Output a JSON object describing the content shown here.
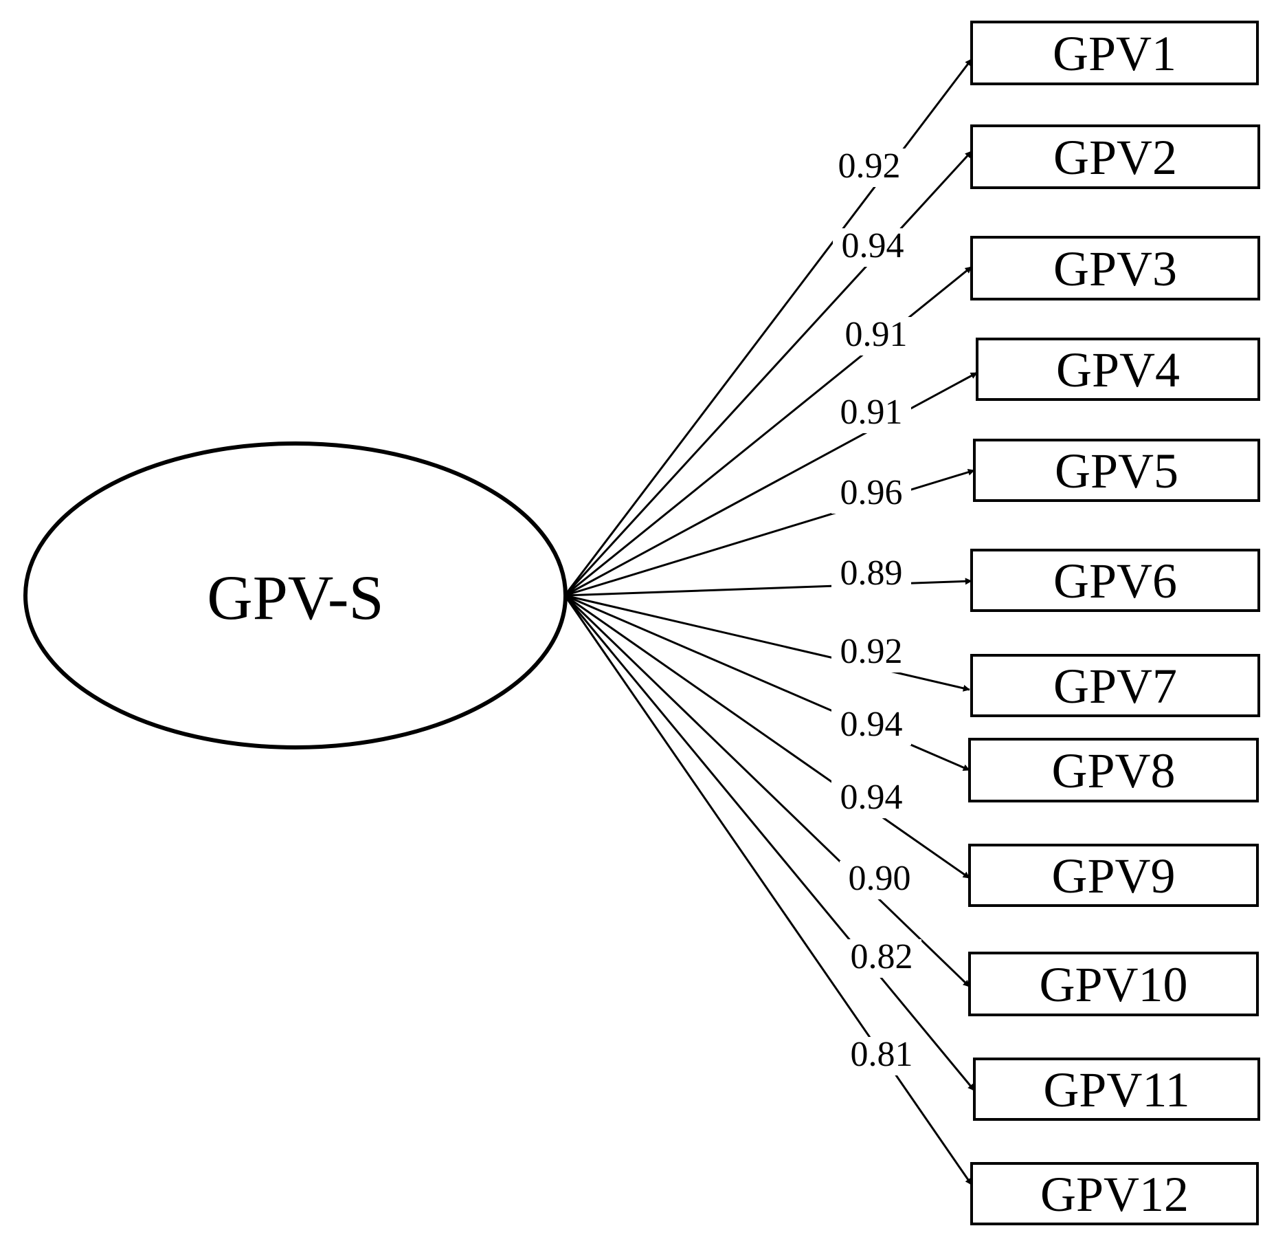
{
  "latent": {
    "label": "GPV-S"
  },
  "paths": [
    {
      "indicator": "GPV1",
      "loading": "0.92"
    },
    {
      "indicator": "GPV2",
      "loading": "0.94"
    },
    {
      "indicator": "GPV3",
      "loading": "0.91"
    },
    {
      "indicator": "GPV4",
      "loading": "0.91"
    },
    {
      "indicator": "GPV5",
      "loading": "0.96"
    },
    {
      "indicator": "GPV6",
      "loading": "0.89"
    },
    {
      "indicator": "GPV7",
      "loading": "0.92"
    },
    {
      "indicator": "GPV8",
      "loading": "0.94"
    },
    {
      "indicator": "GPV9",
      "loading": "0.94"
    },
    {
      "indicator": "GPV10",
      "loading": "0.90"
    },
    {
      "indicator": "GPV11",
      "loading": "0.82"
    },
    {
      "indicator": "GPV12",
      "loading": "0.81"
    }
  ],
  "colors": {
    "stroke": "#000000",
    "background": "#ffffff"
  }
}
